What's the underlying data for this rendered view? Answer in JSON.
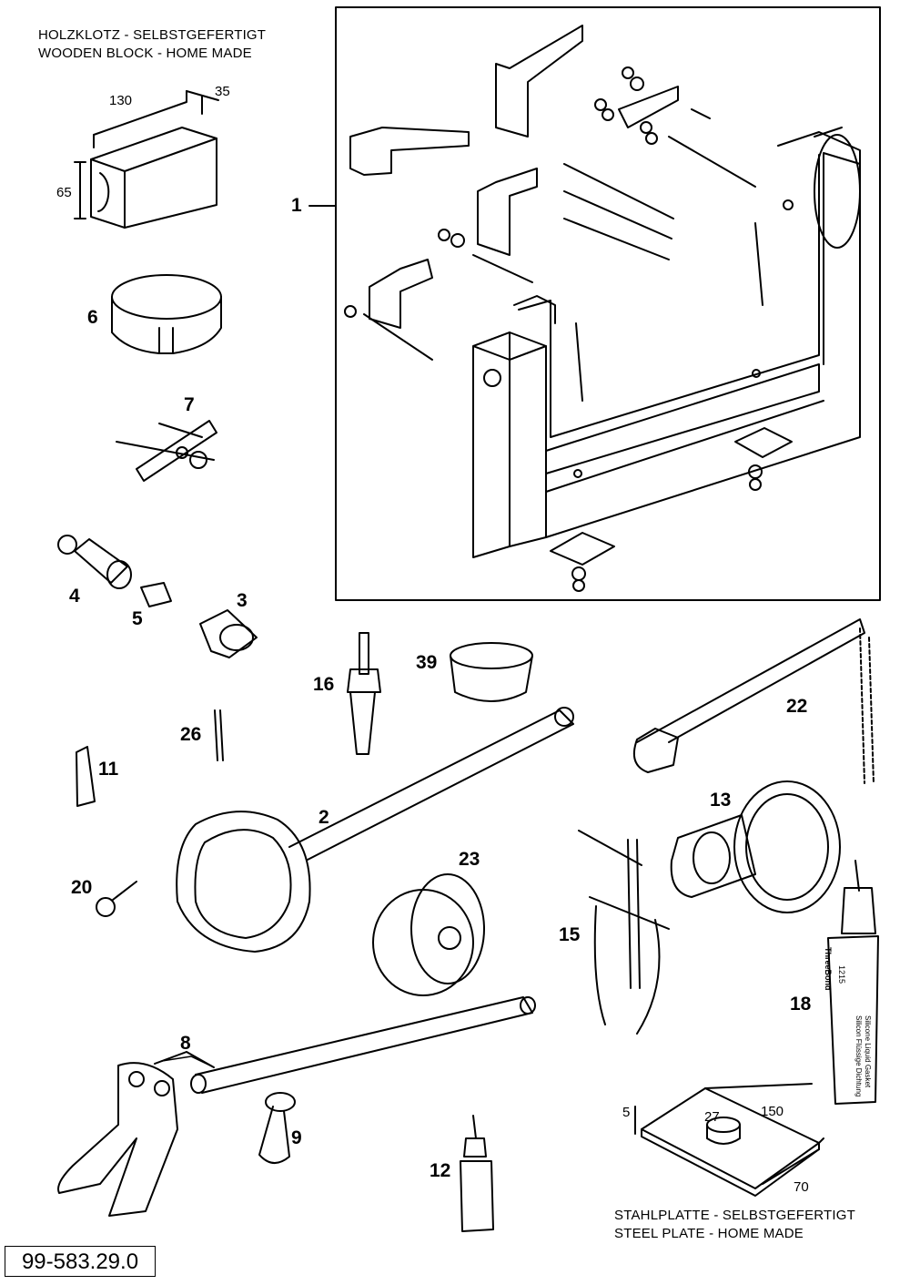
{
  "captions": {
    "wooden_block_de": "HOLZKLOTZ - SELBSTGEFERTIGT",
    "wooden_block_en": "WOODEN BLOCK - HOME MADE",
    "steel_plate_de": "STAHLPLATTE - SELBSTGEFERTIGT",
    "steel_plate_en": "STEEL PLATE - HOME MADE"
  },
  "dimensions": {
    "block_length": "130",
    "block_depth": "35",
    "block_height": "65",
    "plate_thickness": "5",
    "plate_hole": "27",
    "plate_length": "150",
    "plate_width": "70"
  },
  "tube_labels": {
    "brand": "ThreeBond",
    "code": "1215",
    "line1": "Silicone Liquid Gasket",
    "line2": "Silicon Flüssige Dichtung"
  },
  "callouts": {
    "c1": "1",
    "c2": "2",
    "c3": "3",
    "c4": "4",
    "c5": "5",
    "c6": "6",
    "c7": "7",
    "c8": "8",
    "c9": "9",
    "c11": "11",
    "c12": "12",
    "c13": "13",
    "c15": "15",
    "c16": "16",
    "c18": "18",
    "c20": "20",
    "c22": "22",
    "c23": "23",
    "c26": "26",
    "c39": "39"
  },
  "document_number": "99-583.29.0"
}
